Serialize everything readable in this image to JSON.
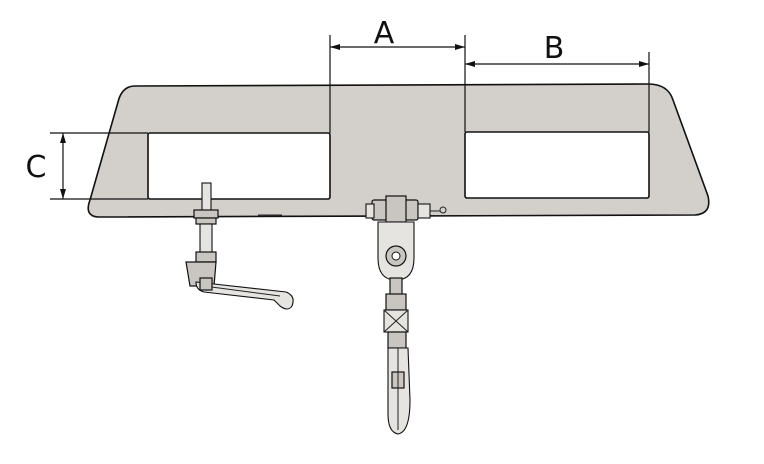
{
  "diagram": {
    "labels": {
      "A": "A",
      "B": "B",
      "C": "C"
    },
    "colors": {
      "body_fill": "#d3d0cc",
      "outline": "#111111",
      "background": "#ffffff"
    }
  }
}
